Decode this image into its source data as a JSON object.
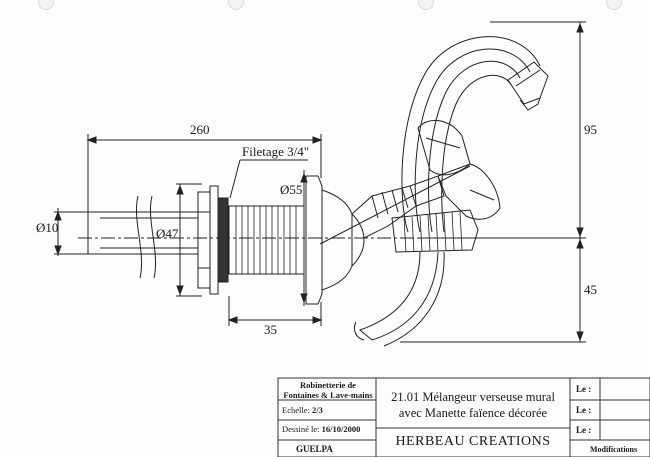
{
  "dimensions": {
    "overall_length": "260",
    "thread": "Filetage 3/4\"",
    "diameter_55": "Ø55",
    "diameter_10": "Ø10",
    "diameter_47": "Ø47",
    "length_35": "35",
    "height_95": "95",
    "height_45": "45"
  },
  "title_block": {
    "category": "Robinetterie de Fontaines & Lave-mains",
    "scale_label": "Echelle:",
    "scale_value": "2/3",
    "drawn_label": "Dessiné le:",
    "drawn_value": "16/10/2000",
    "author": "GUELPA",
    "title_line1": "21.01 Mélangeur verseuse mural",
    "title_line2": "avec Manette faïence décorée",
    "company": "HERBEAU CREATIONS",
    "rev_label_1": "Le :",
    "rev_label_2": "Le :",
    "rev_label_3": "Le :",
    "modifications": "Modifications"
  }
}
